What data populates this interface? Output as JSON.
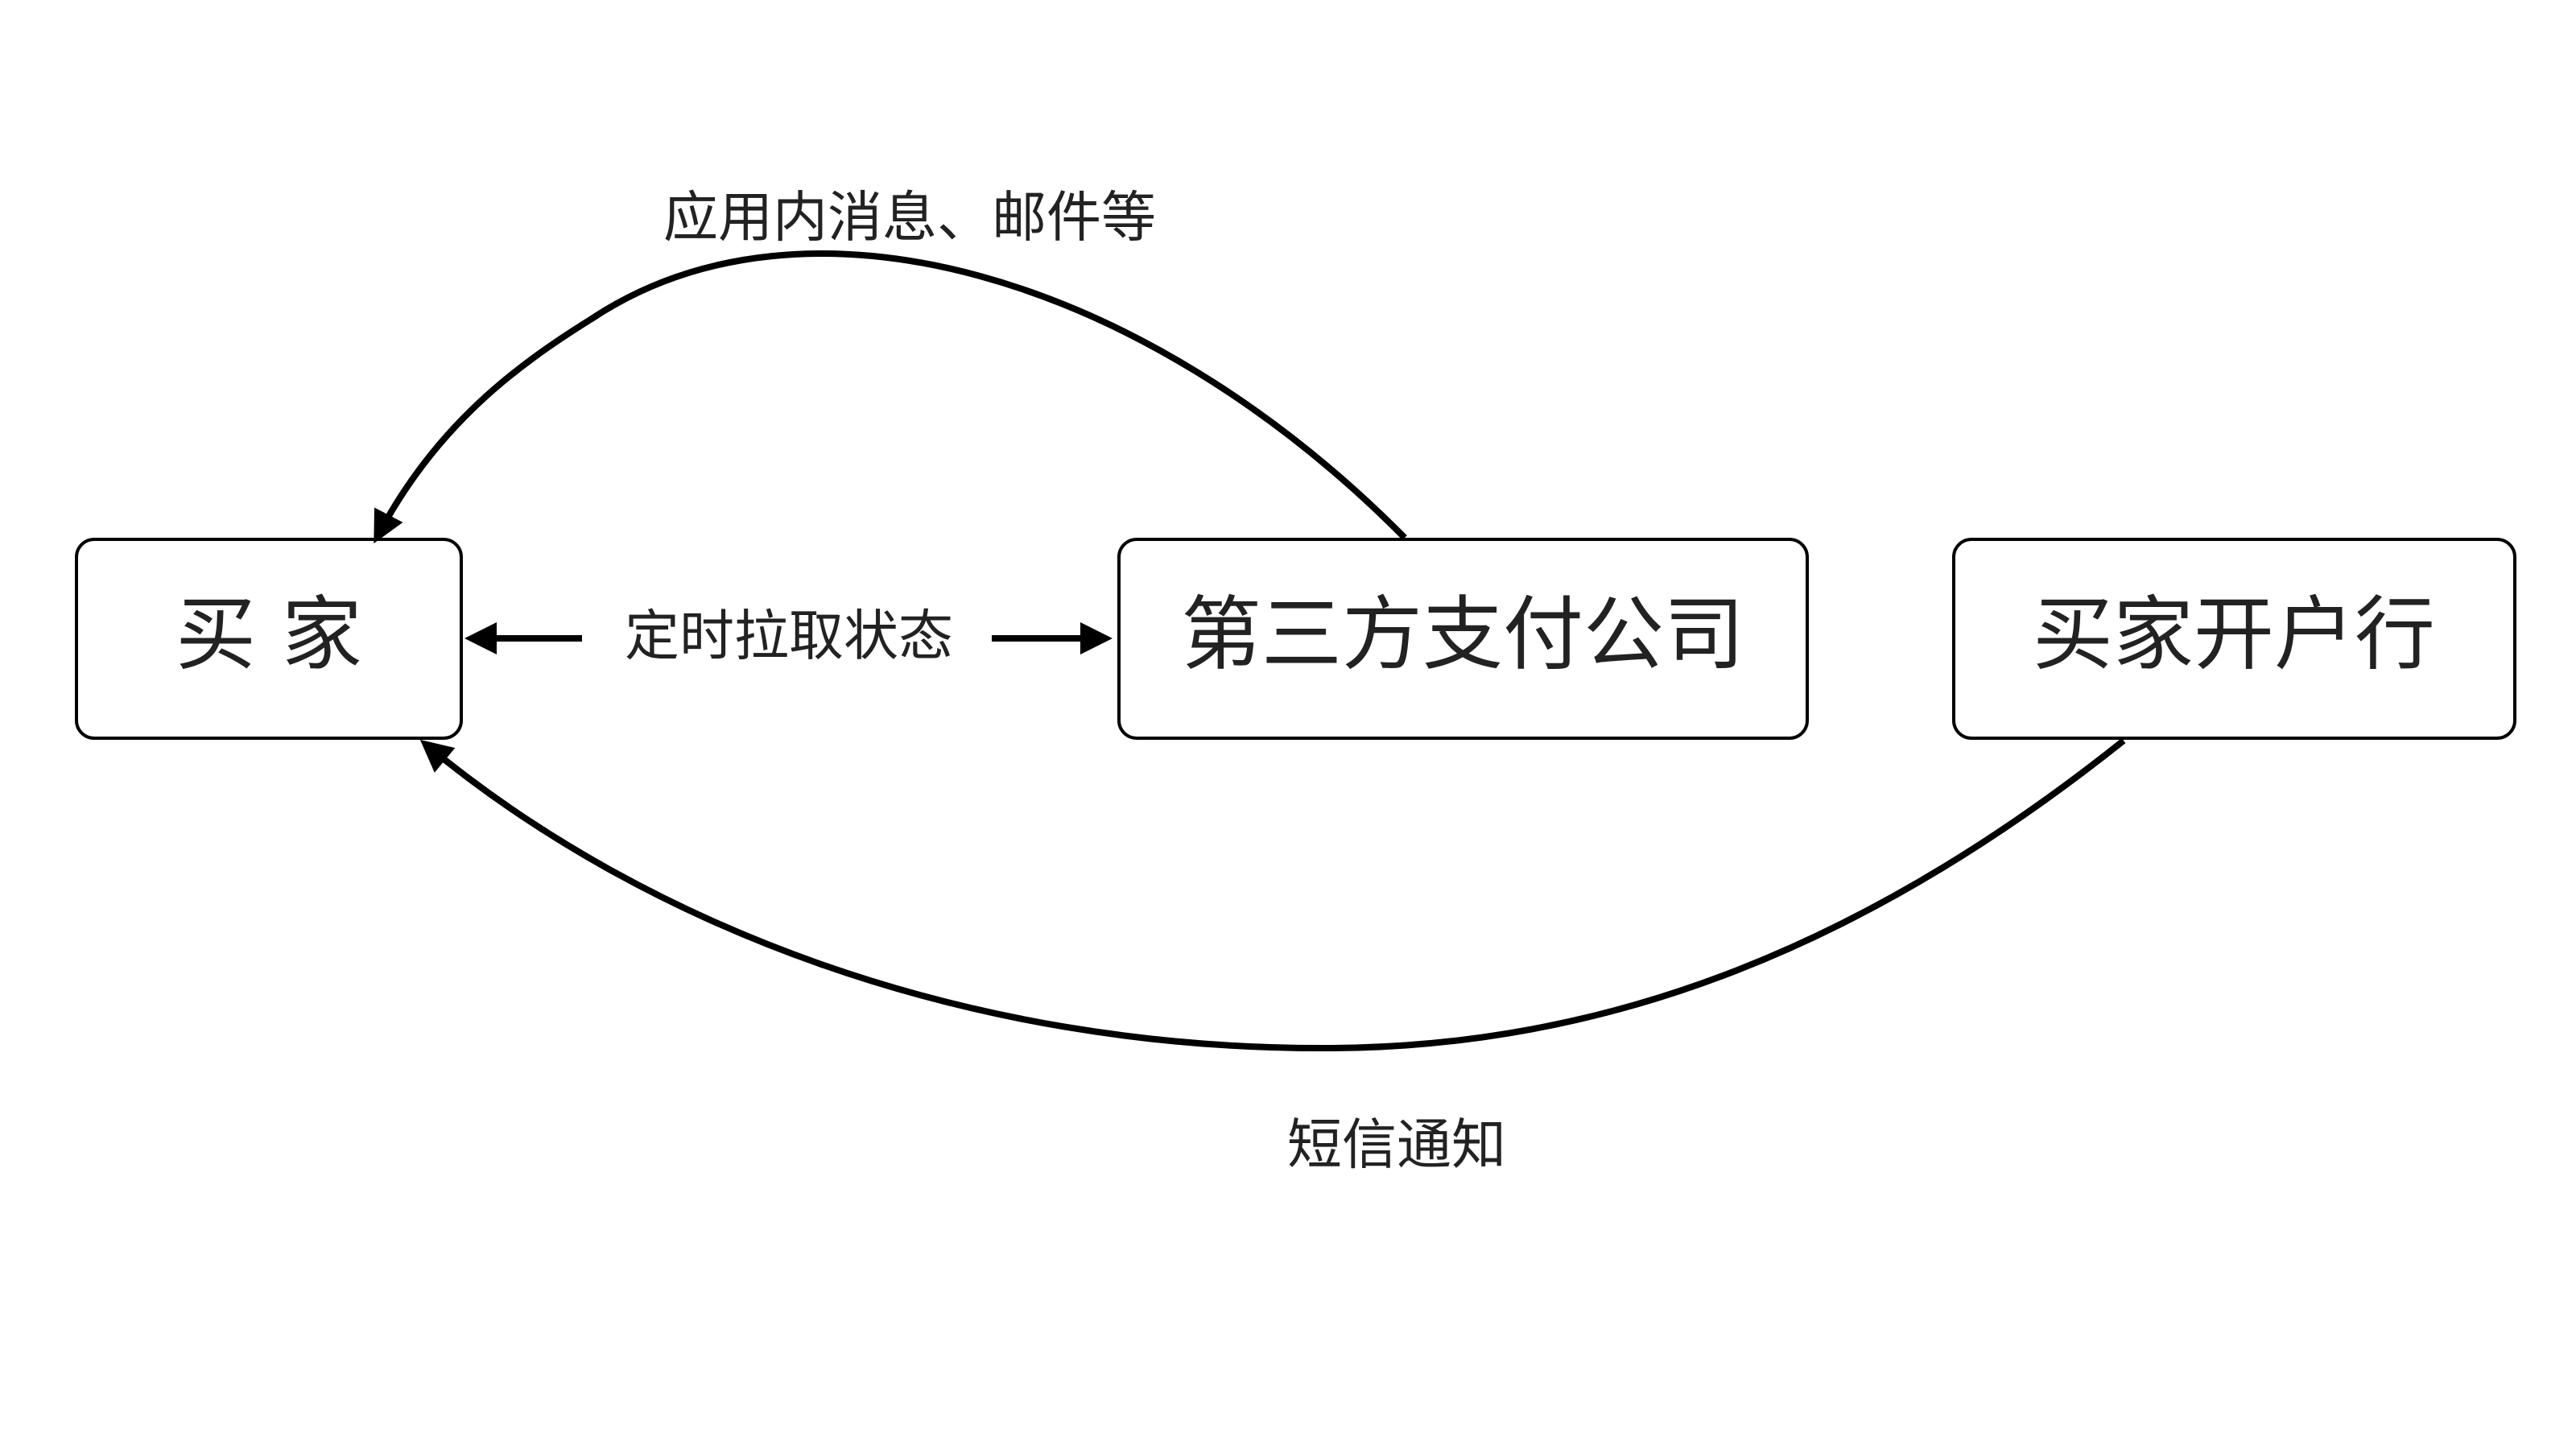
{
  "nodes": {
    "buyer": {
      "label": "买 家"
    },
    "third_party": {
      "label": "第三方支付公司"
    },
    "bank": {
      "label": "买家开户行"
    }
  },
  "edges": {
    "app_message": {
      "label": "应用内消息、邮件等"
    },
    "poll_status": {
      "label": "定时拉取状态"
    },
    "sms": {
      "label": "短信通知"
    }
  }
}
